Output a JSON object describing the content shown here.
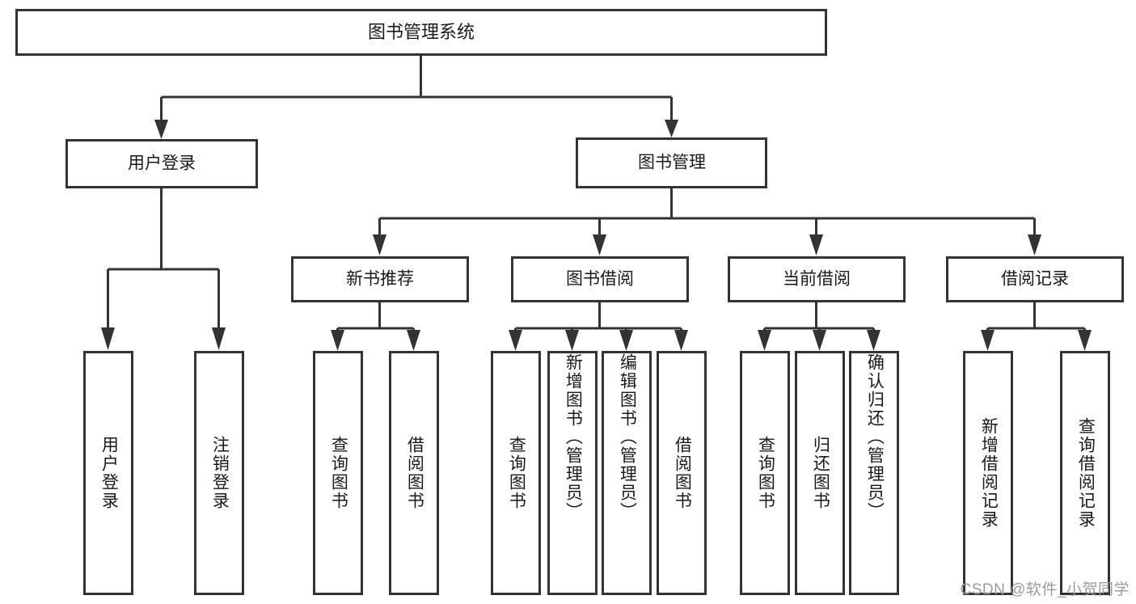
{
  "diagram": {
    "type": "tree-hierarchy",
    "title": "图书管理系统功能结构图",
    "root": {
      "id": "root",
      "label": "图书管理系统",
      "orientation": "horizontal"
    },
    "level1": [
      {
        "id": "user-login",
        "label": "用户登录",
        "orientation": "horizontal"
      },
      {
        "id": "book-manage",
        "label": "图书管理",
        "orientation": "horizontal"
      }
    ],
    "level2": [
      {
        "id": "new-book-recommend",
        "label": "新书推荐",
        "parent": "book-manage",
        "orientation": "horizontal"
      },
      {
        "id": "book-borrow",
        "label": "图书借阅",
        "parent": "book-manage",
        "orientation": "horizontal"
      },
      {
        "id": "current-borrow",
        "label": "当前借阅",
        "parent": "book-manage",
        "orientation": "horizontal"
      },
      {
        "id": "borrow-record",
        "label": "借阅记录",
        "parent": "book-manage",
        "orientation": "horizontal"
      }
    ],
    "leaves": [
      {
        "id": "leaf-user-login",
        "label": "用户登录",
        "parent": "user-login",
        "orientation": "vertical"
      },
      {
        "id": "leaf-logout",
        "label": "注销登录",
        "parent": "user-login",
        "orientation": "vertical"
      },
      {
        "id": "leaf-query-book-1",
        "label": "查询图书",
        "parent": "new-book-recommend",
        "orientation": "vertical"
      },
      {
        "id": "leaf-borrow-book-1",
        "label": "借阅图书",
        "parent": "new-book-recommend",
        "orientation": "vertical"
      },
      {
        "id": "leaf-query-book-2",
        "label": "查询图书",
        "parent": "book-borrow",
        "orientation": "vertical"
      },
      {
        "id": "leaf-add-book",
        "label": "新增图书（管理员）",
        "parent": "book-borrow",
        "orientation": "vertical"
      },
      {
        "id": "leaf-edit-book",
        "label": "编辑图书（管理员）",
        "parent": "book-borrow",
        "orientation": "vertical"
      },
      {
        "id": "leaf-borrow-book-2",
        "label": "借阅图书",
        "parent": "book-borrow",
        "orientation": "vertical"
      },
      {
        "id": "leaf-query-book-3",
        "label": "查询图书",
        "parent": "current-borrow",
        "orientation": "vertical"
      },
      {
        "id": "leaf-return-book",
        "label": "归还图书",
        "parent": "current-borrow",
        "orientation": "vertical"
      },
      {
        "id": "leaf-confirm-return",
        "label": "确认归还（管理员）",
        "parent": "current-borrow",
        "orientation": "vertical"
      },
      {
        "id": "leaf-add-record",
        "label": "新增借阅记录",
        "parent": "borrow-record",
        "orientation": "vertical"
      },
      {
        "id": "leaf-query-record",
        "label": "查询借阅记录",
        "parent": "borrow-record",
        "orientation": "vertical"
      }
    ],
    "colors": {
      "background": "#ffffff",
      "box_fill": "#ffffff",
      "box_stroke": "#333333",
      "text": "#1a1a1a",
      "watermark": "#9a9a9a"
    }
  },
  "watermark": {
    "text": "CSDN @软件_小贺同学"
  }
}
